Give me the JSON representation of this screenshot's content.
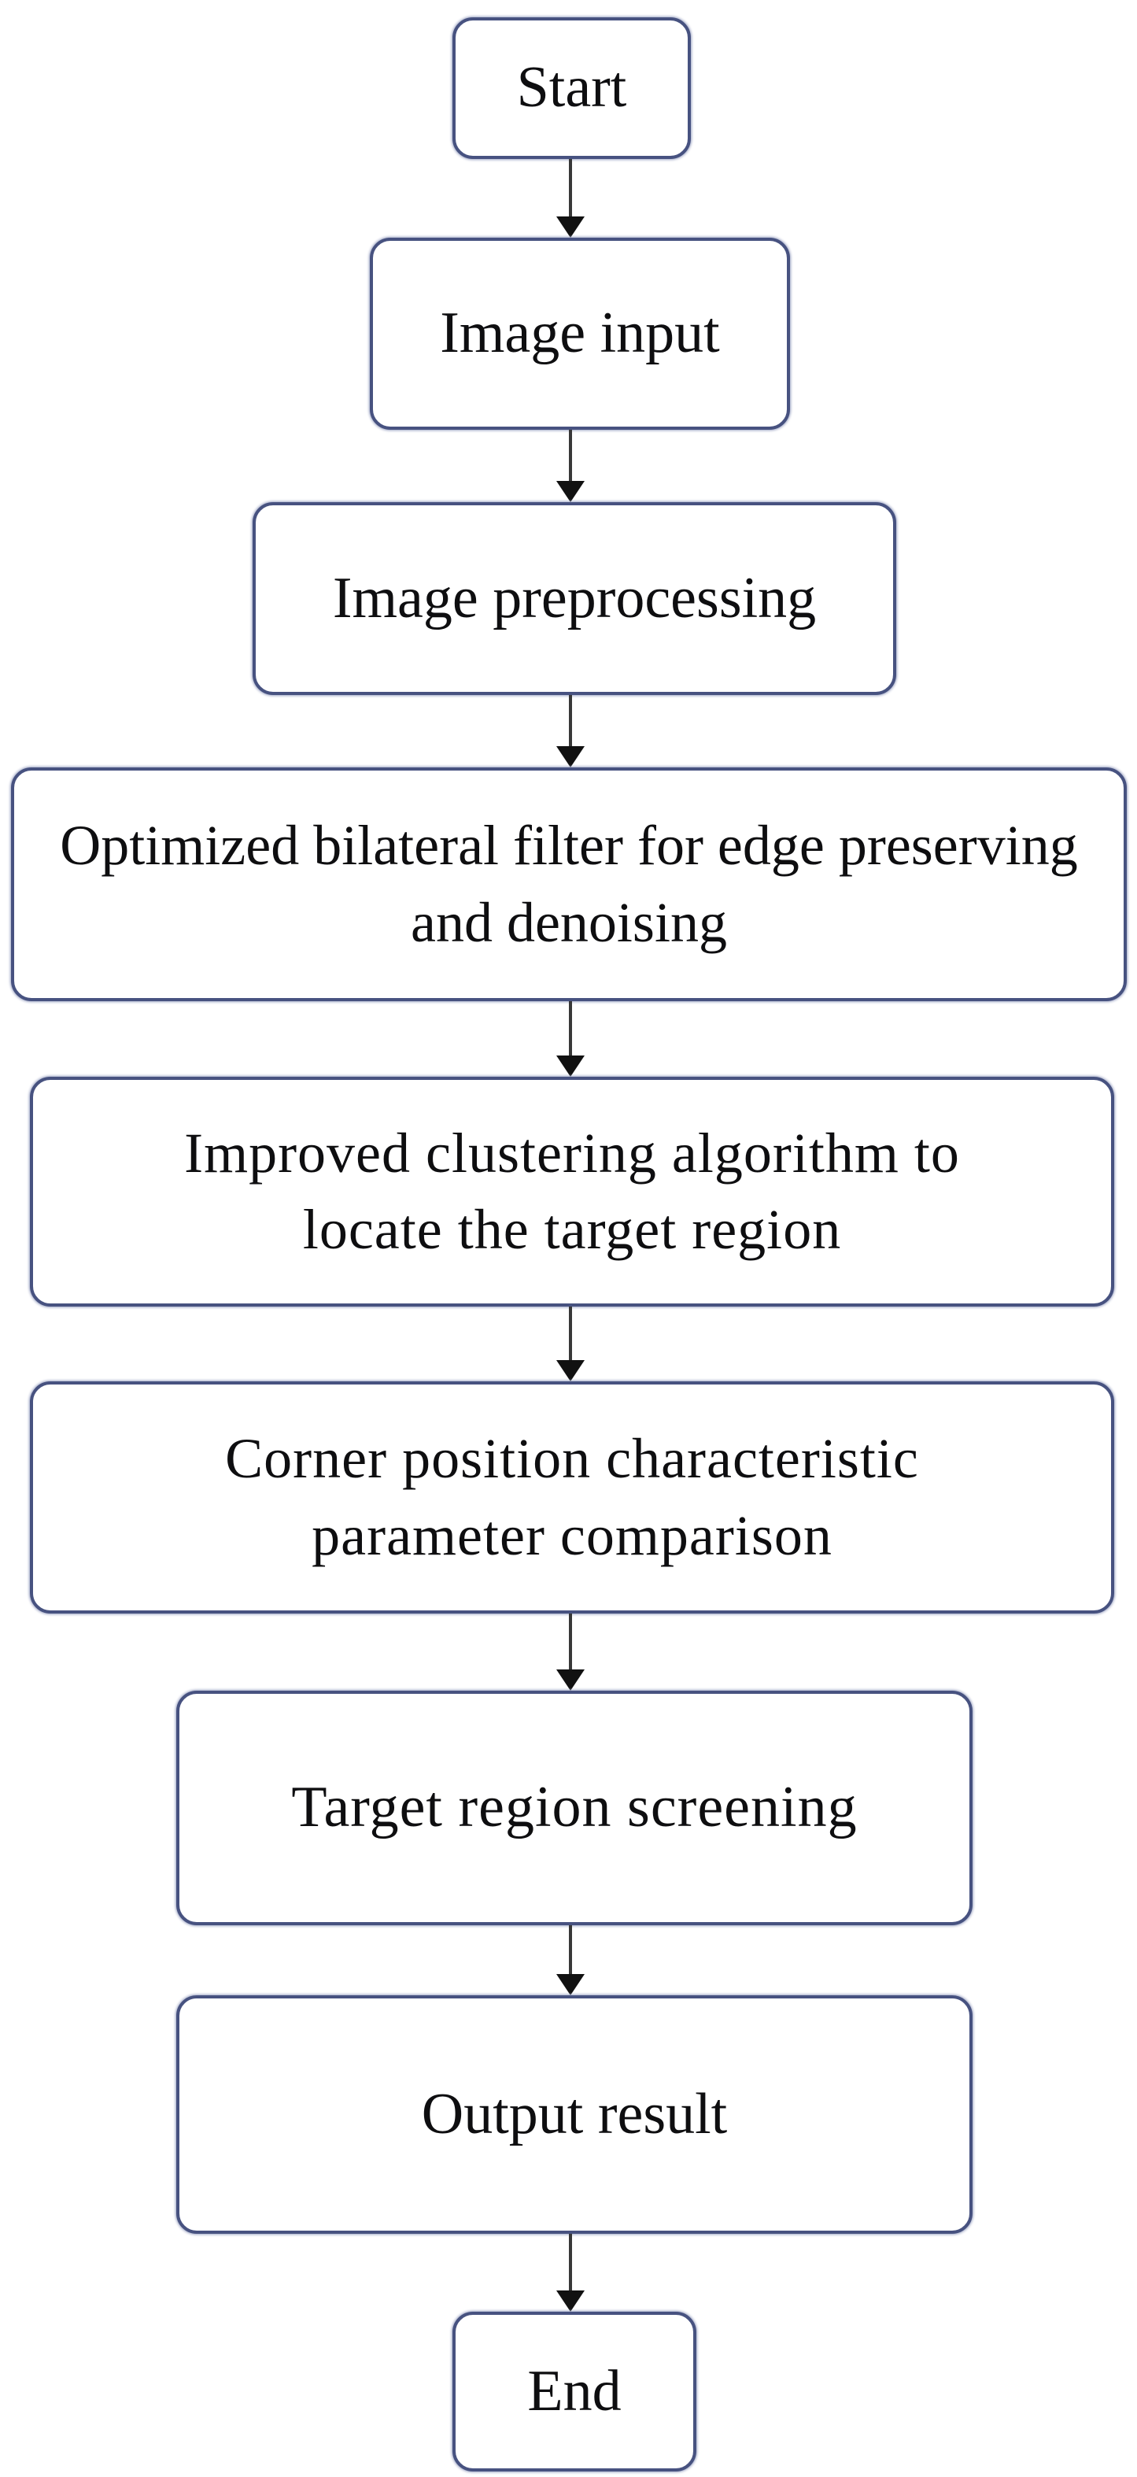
{
  "diagram": {
    "type": "flowchart",
    "direction": "top-down",
    "nodes": [
      {
        "id": "start",
        "lines": [
          "Start"
        ]
      },
      {
        "id": "image-input",
        "lines": [
          "Image input"
        ]
      },
      {
        "id": "image-preprocessing",
        "lines": [
          "Image preprocessing"
        ]
      },
      {
        "id": "bilateral-filter",
        "lines": [
          "Optimized bilateral filter for edge preserving",
          "and denoising"
        ]
      },
      {
        "id": "clustering",
        "lines": [
          "Improved clustering algorithm to",
          "locate the target region"
        ]
      },
      {
        "id": "corner-comparison",
        "lines": [
          "Corner position characteristic",
          "parameter comparison"
        ]
      },
      {
        "id": "target-screening",
        "lines": [
          "Target region screening"
        ]
      },
      {
        "id": "output-result",
        "lines": [
          "Output result"
        ]
      },
      {
        "id": "end",
        "lines": [
          "End"
        ]
      }
    ],
    "edges": [
      {
        "from": "start",
        "to": "image-input"
      },
      {
        "from": "image-input",
        "to": "image-preprocessing"
      },
      {
        "from": "image-preprocessing",
        "to": "bilateral-filter"
      },
      {
        "from": "bilateral-filter",
        "to": "clustering"
      },
      {
        "from": "clustering",
        "to": "corner-comparison"
      },
      {
        "from": "corner-comparison",
        "to": "target-screening"
      },
      {
        "from": "target-screening",
        "to": "output-result"
      },
      {
        "from": "output-result",
        "to": "end"
      }
    ],
    "colors": {
      "box_border": "#475280",
      "box_fill": "#ffffff",
      "text": "#0e0e10",
      "arrow_line": "#383838",
      "arrow_head": "#111111",
      "background": "#ffffff"
    }
  }
}
